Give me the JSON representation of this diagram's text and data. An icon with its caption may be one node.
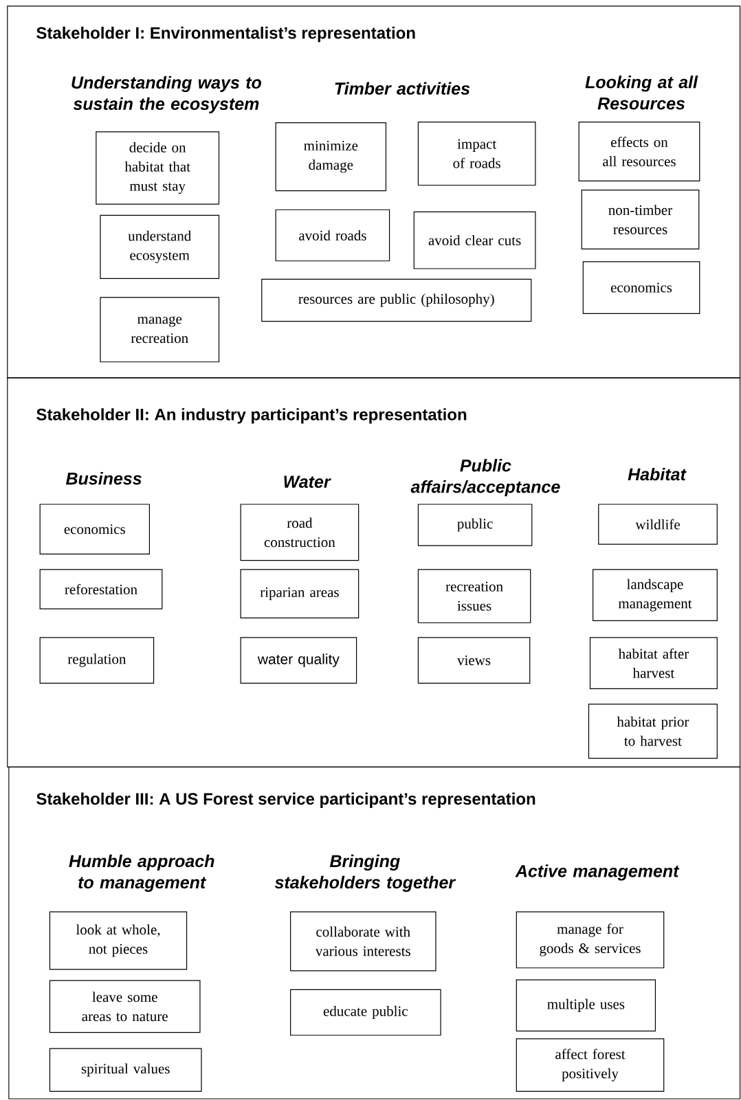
{
  "diagram": {
    "nodes": [
      {
        "text": [
          "Stakeholder I: Environmentalist’s representation"
        ]
      },
      {
        "text": [
          "decide on habitat that must stay"
        ],
        "in": 0
      },
      {
        "text": [
          "understand ecosystem"
        ],
        "in": 0
      },
      {
        "text": [
          "manage recreation"
        ],
        "in": 0
      },
      {
        "text": [
          "minimize damage"
        ],
        "in": 0
      },
      {
        "text": [
          "impact of roads"
        ],
        "in": 0
      },
      {
        "text": [
          "avoid roads"
        ],
        "in": 0
      },
      {
        "text": [
          "avoid clear cuts"
        ],
        "in": 0
      },
      {
        "text": [
          "resources are public (philosophy)"
        ],
        "in": 0
      },
      {
        "text": [
          "effects on all resources"
        ],
        "in": 0
      },
      {
        "text": [
          "non-timber resources"
        ],
        "in": 0
      },
      {
        "text": [
          "economics"
        ],
        "in": 0
      },
      {
        "text": [
          "Stakeholder II: An industry participant’s representation"
        ]
      },
      {
        "text": [
          "economics"
        ],
        "in": 12
      },
      {
        "text": [
          "reforestation"
        ],
        "in": 12
      },
      {
        "text": [
          "regulation"
        ],
        "in": 12
      },
      {
        "text": [
          "road construction"
        ],
        "in": 12
      },
      {
        "text": [
          "riparian areas"
        ],
        "in": 12
      },
      {
        "text": [
          "water quality"
        ],
        "in": 12
      },
      {
        "text": [
          "public"
        ],
        "in": 12
      },
      {
        "text": [
          "recreation issues"
        ],
        "in": 12
      },
      {
        "text": [
          "views"
        ],
        "in": 12
      },
      {
        "text": [
          "wildlife"
        ],
        "in": 12
      },
      {
        "text": [
          "landscape management"
        ],
        "in": 12
      },
      {
        "text": [
          "habitat after harvest"
        ],
        "in": 12
      },
      {
        "text": [
          "habitat prior to harvest"
        ],
        "in": 12
      },
      {
        "text": [
          "Stakeholder III: A US Forest service participant’s representation"
        ]
      },
      {
        "text": [
          "look at whole, not pieces"
        ],
        "in": 26
      },
      {
        "text": [
          "leave some areas to nature"
        ],
        "in": 26
      },
      {
        "text": [
          "spiritual values"
        ],
        "in": 26
      },
      {
        "text": [
          "collaborate with various interests"
        ],
        "in": 26
      },
      {
        "text": [
          "educate public"
        ],
        "in": 26
      },
      {
        "text": [
          "manage for goods & services"
        ],
        "in": 26
      },
      {
        "text": [
          "multiple uses"
        ],
        "in": 26
      },
      {
        "text": [
          "affect forest positively"
        ],
        "in": 26
      }
    ],
    "labels": [
      "Understanding ways to sustain the ecosystem",
      "Timber activities",
      "Looking at all Resources",
      "Business",
      "Water",
      "Public affairs/acceptance",
      "Habitat",
      "Humble approach to management",
      "Bringing stakeholders together",
      "Active management"
    ]
  }
}
